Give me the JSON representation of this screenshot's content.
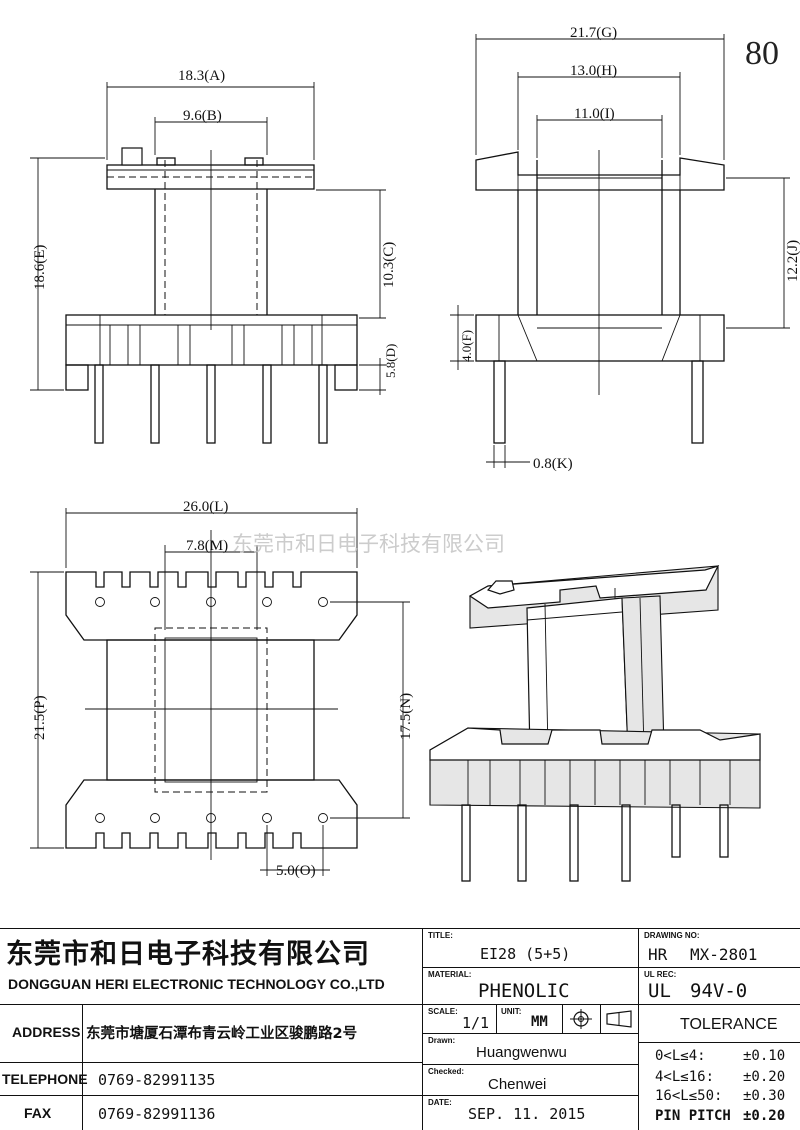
{
  "sheet_number": "80",
  "watermark": "东莞市和日电子科技有限公司",
  "dimensions": {
    "A": "18.3(A)",
    "B": "9.6(B)",
    "C": "10.3(C)",
    "D": "5.8(D)",
    "E": "18.6(E)",
    "F": "4.0(F)",
    "G": "21.7(G)",
    "H": "13.0(H)",
    "I": "11.0(I)",
    "J": "12.2(J)",
    "K": "0.8(K)",
    "L": "26.0(L)",
    "M": "7.8(M)",
    "N": "17.5(N)",
    "O": "5.0(O)",
    "P": "21.5(P)"
  },
  "title_block": {
    "company_cn": "东莞市和日电子科技有限公司",
    "company_en": "DONGGUAN HERI ELECTRONIC TECHNOLOGY CO.,LTD",
    "address_label": "ADDRESS",
    "address_value": "东莞市塘厦石潭布青云岭工业区骏鹏路2号",
    "telephone_label": "TELEPHONE",
    "telephone_value": "0769-82991135",
    "fax_label": "FAX",
    "fax_value": "0769-82991136",
    "title_label": "TITLE:",
    "title_value": "EI28 (5+5)",
    "material_label": "MATERIAL:",
    "material_value": "PHENOLIC",
    "scale_label": "SCALE:",
    "scale_value": "1/1",
    "unit_label": "UNIT:",
    "unit_value": "MM",
    "drawn_label": "Drawn:",
    "drawn_value": "Huangwenwu",
    "checked_label": "Checked:",
    "checked_value": "Chenwei",
    "date_label": "DATE:",
    "date_value": "SEP. 11. 2015",
    "drawing_no_label": "DRAWING NO:",
    "drawing_no_prefix": "HR",
    "drawing_no_value": "MX-2801",
    "ul_rec_label": "UL REC:",
    "ul_prefix": "UL",
    "ul_value": "94V-0",
    "tolerance_title": "TOLERANCE",
    "tolerances": [
      {
        "range": "0<L≤4:",
        "value": "±0.10"
      },
      {
        "range": "4<L≤16:",
        "value": "±0.20"
      },
      {
        "range": "16<L≤50:",
        "value": "±0.30"
      },
      {
        "range": "PIN PITCH",
        "value": "±0.20"
      }
    ]
  }
}
